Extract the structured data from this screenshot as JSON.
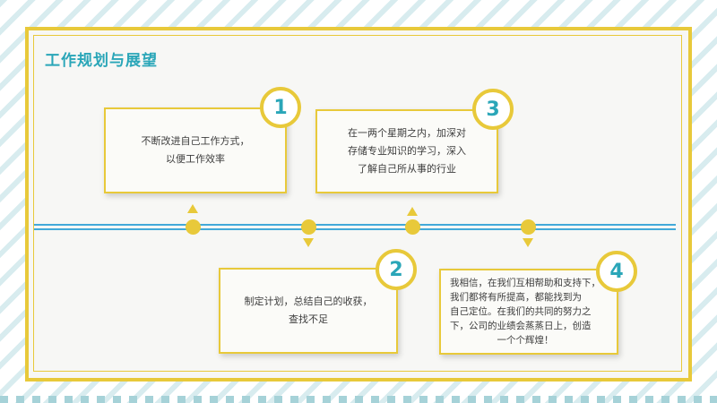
{
  "slide": {
    "title": "工作规划与展望",
    "items": [
      {
        "number": "1",
        "text_lines": [
          "不断改进自己工作方式，",
          "以便工作效率"
        ]
      },
      {
        "number": "2",
        "text_lines": [
          "制定计划，总结自己的收获，",
          "查找不足"
        ]
      },
      {
        "number": "3",
        "text_lines": [
          "在一两个星期之内，加深对",
          "存储专业知识的学习，深入",
          "了解自己所从事的行业"
        ]
      },
      {
        "number": "4",
        "text_lines": [
          "我相信，在我们互相帮助和支持下，",
          "我们都将有所提高，都能找到为",
          "自己定位。在我们的共同的努力之",
          "下，公司的业绩会蒸蒸日上，创造",
          "一个个辉煌！"
        ]
      }
    ]
  },
  "colors": {
    "accent": "#e8c93a",
    "title": "#2aa6b8",
    "timeline": "#42a9d9",
    "stripe": "#d8ecef"
  }
}
